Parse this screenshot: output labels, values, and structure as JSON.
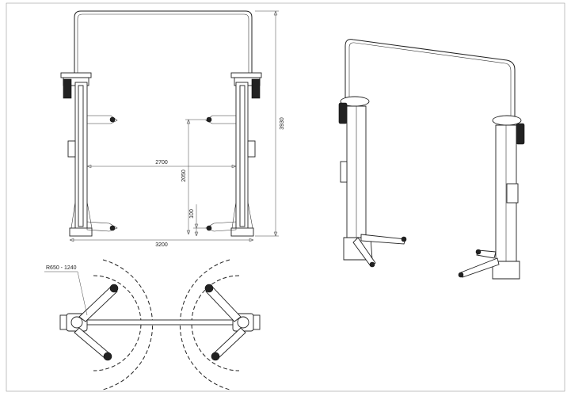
{
  "dimensions": {
    "inner_width": "2700",
    "base_width": "3200",
    "total_height": "3930",
    "lift_height": "2050",
    "min_height": "100",
    "arm_radius": "R650 - 1240"
  }
}
